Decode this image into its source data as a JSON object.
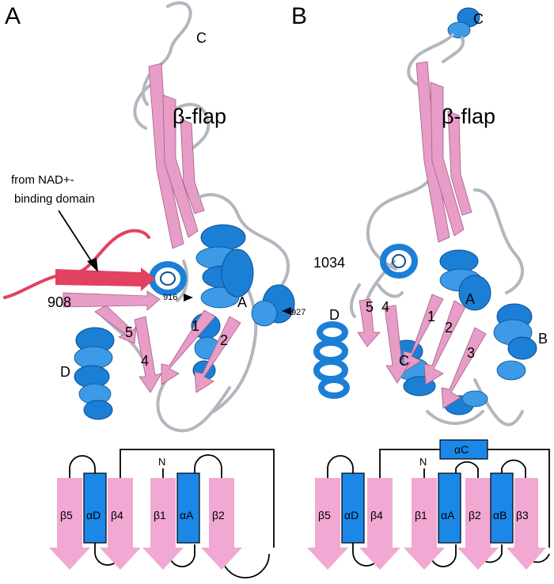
{
  "panelA": {
    "letter": "A",
    "c_term": "C",
    "flap": "β-flap",
    "annotation_line1": "from NAD+-",
    "annotation_line2": "binding domain",
    "res_908": "908",
    "res_916": "916",
    "res_927": "927",
    "helix_A": "A",
    "helix_D": "D",
    "strand_1": "1",
    "strand_2": "2",
    "strand_4": "4",
    "strand_5": "5"
  },
  "panelB": {
    "letter": "B",
    "c_term": "C",
    "flap": "β-flap",
    "res_1034": "1034",
    "helix_A": "A",
    "helix_B": "B",
    "helix_C": "C",
    "helix_D": "D",
    "strand_1": "1",
    "strand_2": "2",
    "strand_3": "3",
    "strand_4": "4",
    "strand_5": "5"
  },
  "topologyA": {
    "n_label": "N",
    "elements": [
      "β5",
      "αD",
      "β4",
      "β1",
      "αA",
      "β2"
    ]
  },
  "topologyB": {
    "n_label": "N",
    "top_helix": "αC",
    "elements": [
      "β5",
      "αD",
      "β4",
      "β1",
      "αA",
      "β2",
      "αB",
      "β3"
    ]
  },
  "colors": {
    "strand": "#e89cc8",
    "helix": "#1b7fd6",
    "coil": "#b4b6bf",
    "nad_segment": "#e2415f"
  }
}
